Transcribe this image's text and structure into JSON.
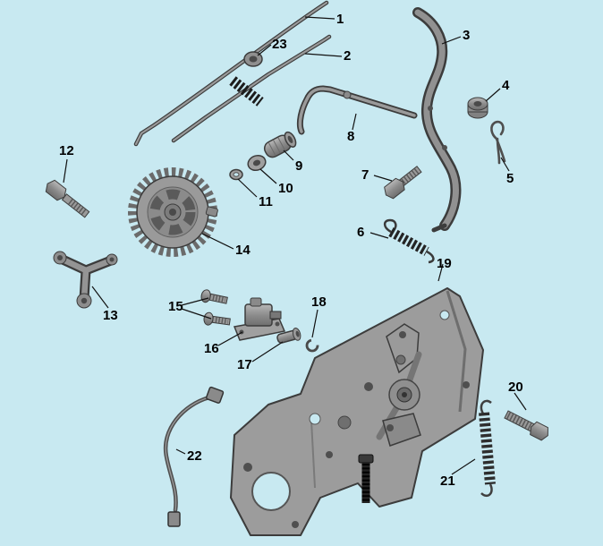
{
  "diagram": {
    "type": "exploded-parts-diagram",
    "background_color": "#c8e9f1",
    "part_fill_color": "#9a9a9a",
    "part_outline_color": "#3c3c3c",
    "spring_color": "#1c1c1c",
    "callout_text_color": "#000000"
  },
  "callouts": [
    {
      "label": "1"
    },
    {
      "label": "2"
    },
    {
      "label": "3"
    },
    {
      "label": "4"
    },
    {
      "label": "5"
    },
    {
      "label": "6"
    },
    {
      "label": "7"
    },
    {
      "label": "8"
    },
    {
      "label": "9"
    },
    {
      "label": "10"
    },
    {
      "label": "11"
    },
    {
      "label": "12"
    },
    {
      "label": "13"
    },
    {
      "label": "14"
    },
    {
      "label": "15"
    },
    {
      "label": "16"
    },
    {
      "label": "17"
    },
    {
      "label": "18"
    },
    {
      "label": "19"
    },
    {
      "label": "20"
    },
    {
      "label": "21"
    },
    {
      "label": "22"
    },
    {
      "label": "23"
    }
  ]
}
